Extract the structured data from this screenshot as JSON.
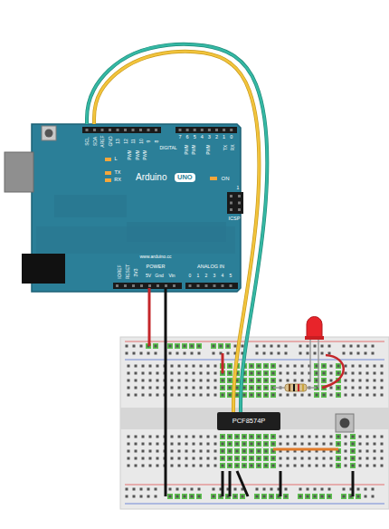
{
  "diagram": {
    "nodes": [
      {
        "text": [
          "Arduino",
          "UNO"
        ]
      },
      {
        "text": [
          "PCF8574P"
        ]
      }
    ],
    "edges": [
      {
        "from": 0,
        "to": 1,
        "arrow": "none"
      },
      {
        "from": 0,
        "to": 1,
        "arrow": "none"
      }
    ],
    "labels": [
      "SCL",
      "SDA",
      "AREF",
      "GND",
      "13",
      "12",
      "11",
      "10",
      "9",
      "8",
      "DIGITAL",
      "7",
      "6",
      "5",
      "4",
      "3",
      "2",
      "1",
      "0",
      "TX",
      "RX",
      "PWM",
      "PWM",
      "PWM",
      "PWM",
      "PWM",
      "PWM",
      "L",
      "TX",
      "RX",
      "ON",
      "ICSP",
      "1",
      "www.arduino.cc",
      "IOREF",
      "RESET",
      "3V3",
      "POWER",
      "5V",
      "Gnd",
      "Vin",
      "ANALOG IN",
      "0",
      "1",
      "2",
      "3",
      "4",
      "5"
    ]
  }
}
